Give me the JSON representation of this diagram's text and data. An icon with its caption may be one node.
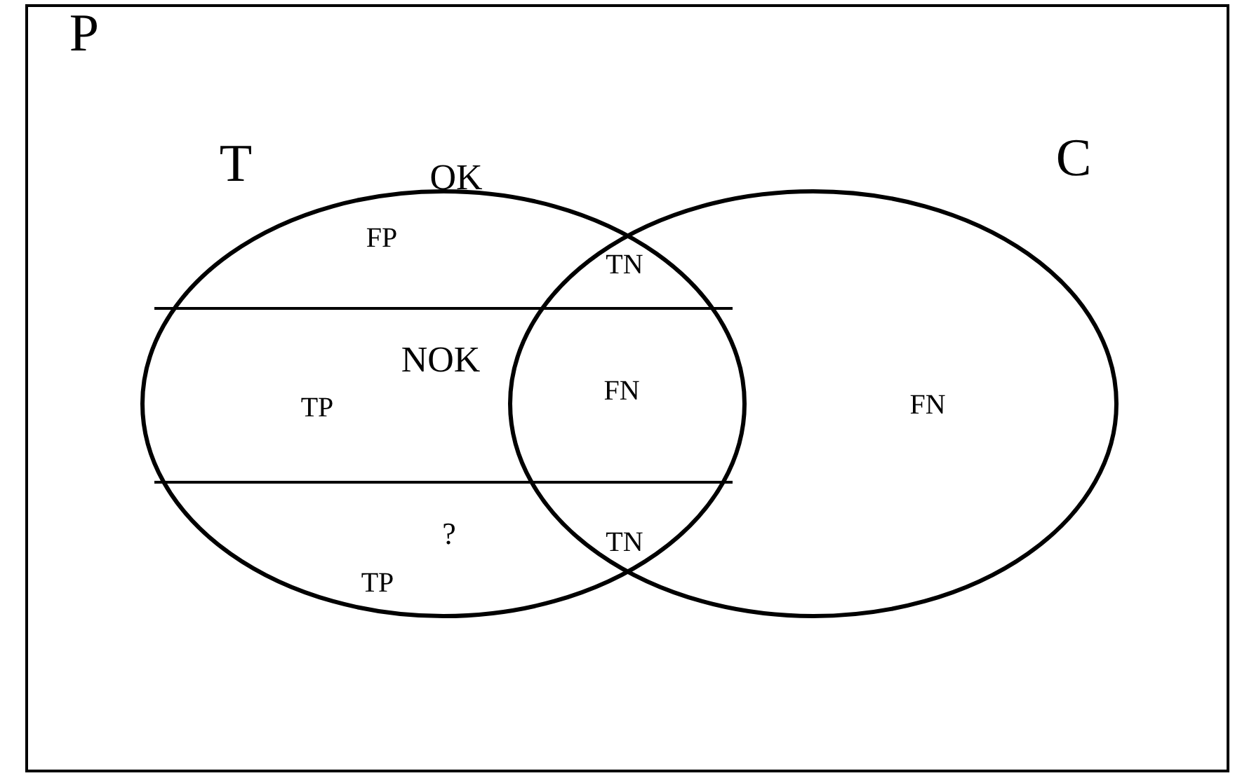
{
  "diagram": {
    "nodes": [
      {
        "text": [
          "P"
        ]
      },
      {
        "text": [
          "T"
        ],
        "in": 0
      },
      {
        "text": [
          "C"
        ],
        "in": 0
      }
    ],
    "edges": [],
    "labels": [
      "OK",
      "FP",
      "TN",
      "NOK",
      "TP",
      "FN",
      "FN",
      "?",
      "TP",
      "TN"
    ]
  }
}
